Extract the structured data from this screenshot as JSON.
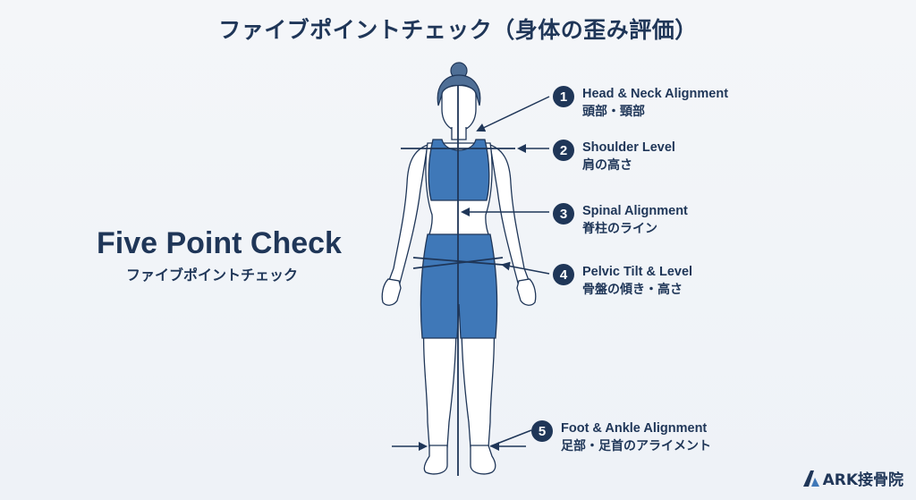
{
  "title": "ファイブポイントチェック（身体の歪み評価）",
  "side_label": {
    "english": "Five Point Check",
    "japanese": "ファイブポイントチェック"
  },
  "checkpoints": [
    {
      "number": "1",
      "english": "Head & Neck Alignment",
      "japanese": "頭部・頸部"
    },
    {
      "number": "2",
      "english": "Shoulder Level",
      "japanese": "肩の高さ"
    },
    {
      "number": "3",
      "english": "Spinal Alignment",
      "japanese": "脊柱のライン"
    },
    {
      "number": "4",
      "english": "Pelvic Tilt & Level",
      "japanese": "骨盤の傾き・高さ"
    },
    {
      "number": "5",
      "english": "Foot & Ankle Alignment",
      "japanese": "足部・足首のアライメント"
    }
  ],
  "brand": {
    "name": "ARK接骨院"
  },
  "colors": {
    "navy": "#1f3658",
    "garment_blue": "#3f78b8",
    "hair": "#4f6f96",
    "skin": "#ffffff",
    "background": "#f1f4f8"
  }
}
